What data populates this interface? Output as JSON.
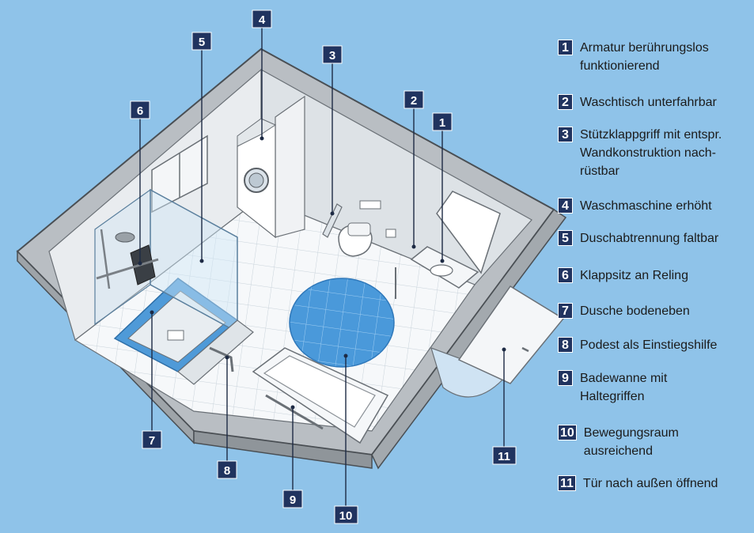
{
  "legend": [
    {
      "num": "1",
      "text": "Armatur berührungslos\nfunktionierend"
    },
    {
      "num": "2",
      "text": "Waschtisch unterfahrbar"
    },
    {
      "num": "3",
      "text": "Stützklappgriff mit entspr.\nWandkonstruktion nach-\nrüstbar"
    },
    {
      "num": "4",
      "text": "Waschmaschine erhöht"
    },
    {
      "num": "5",
      "text": "Duschabtrennung faltbar"
    },
    {
      "num": "6",
      "text": "Klappsitz an Reling"
    },
    {
      "num": "7",
      "text": "Dusche bodeneben"
    },
    {
      "num": "8",
      "text": "Podest als Einstiegshilfe"
    },
    {
      "num": "9",
      "text": "Badewanne mit\nHaltegriffen"
    },
    {
      "num": "10",
      "text": "Bewegungsraum\nausreichend"
    },
    {
      "num": "11",
      "text": "Tür nach außen öffnend"
    }
  ],
  "colors": {
    "background": "#8fc3e9",
    "badge": "#20335f",
    "floor": "#f3f5f7",
    "wall_top": "#bcc2c6",
    "circle": "#3f8fd4"
  }
}
